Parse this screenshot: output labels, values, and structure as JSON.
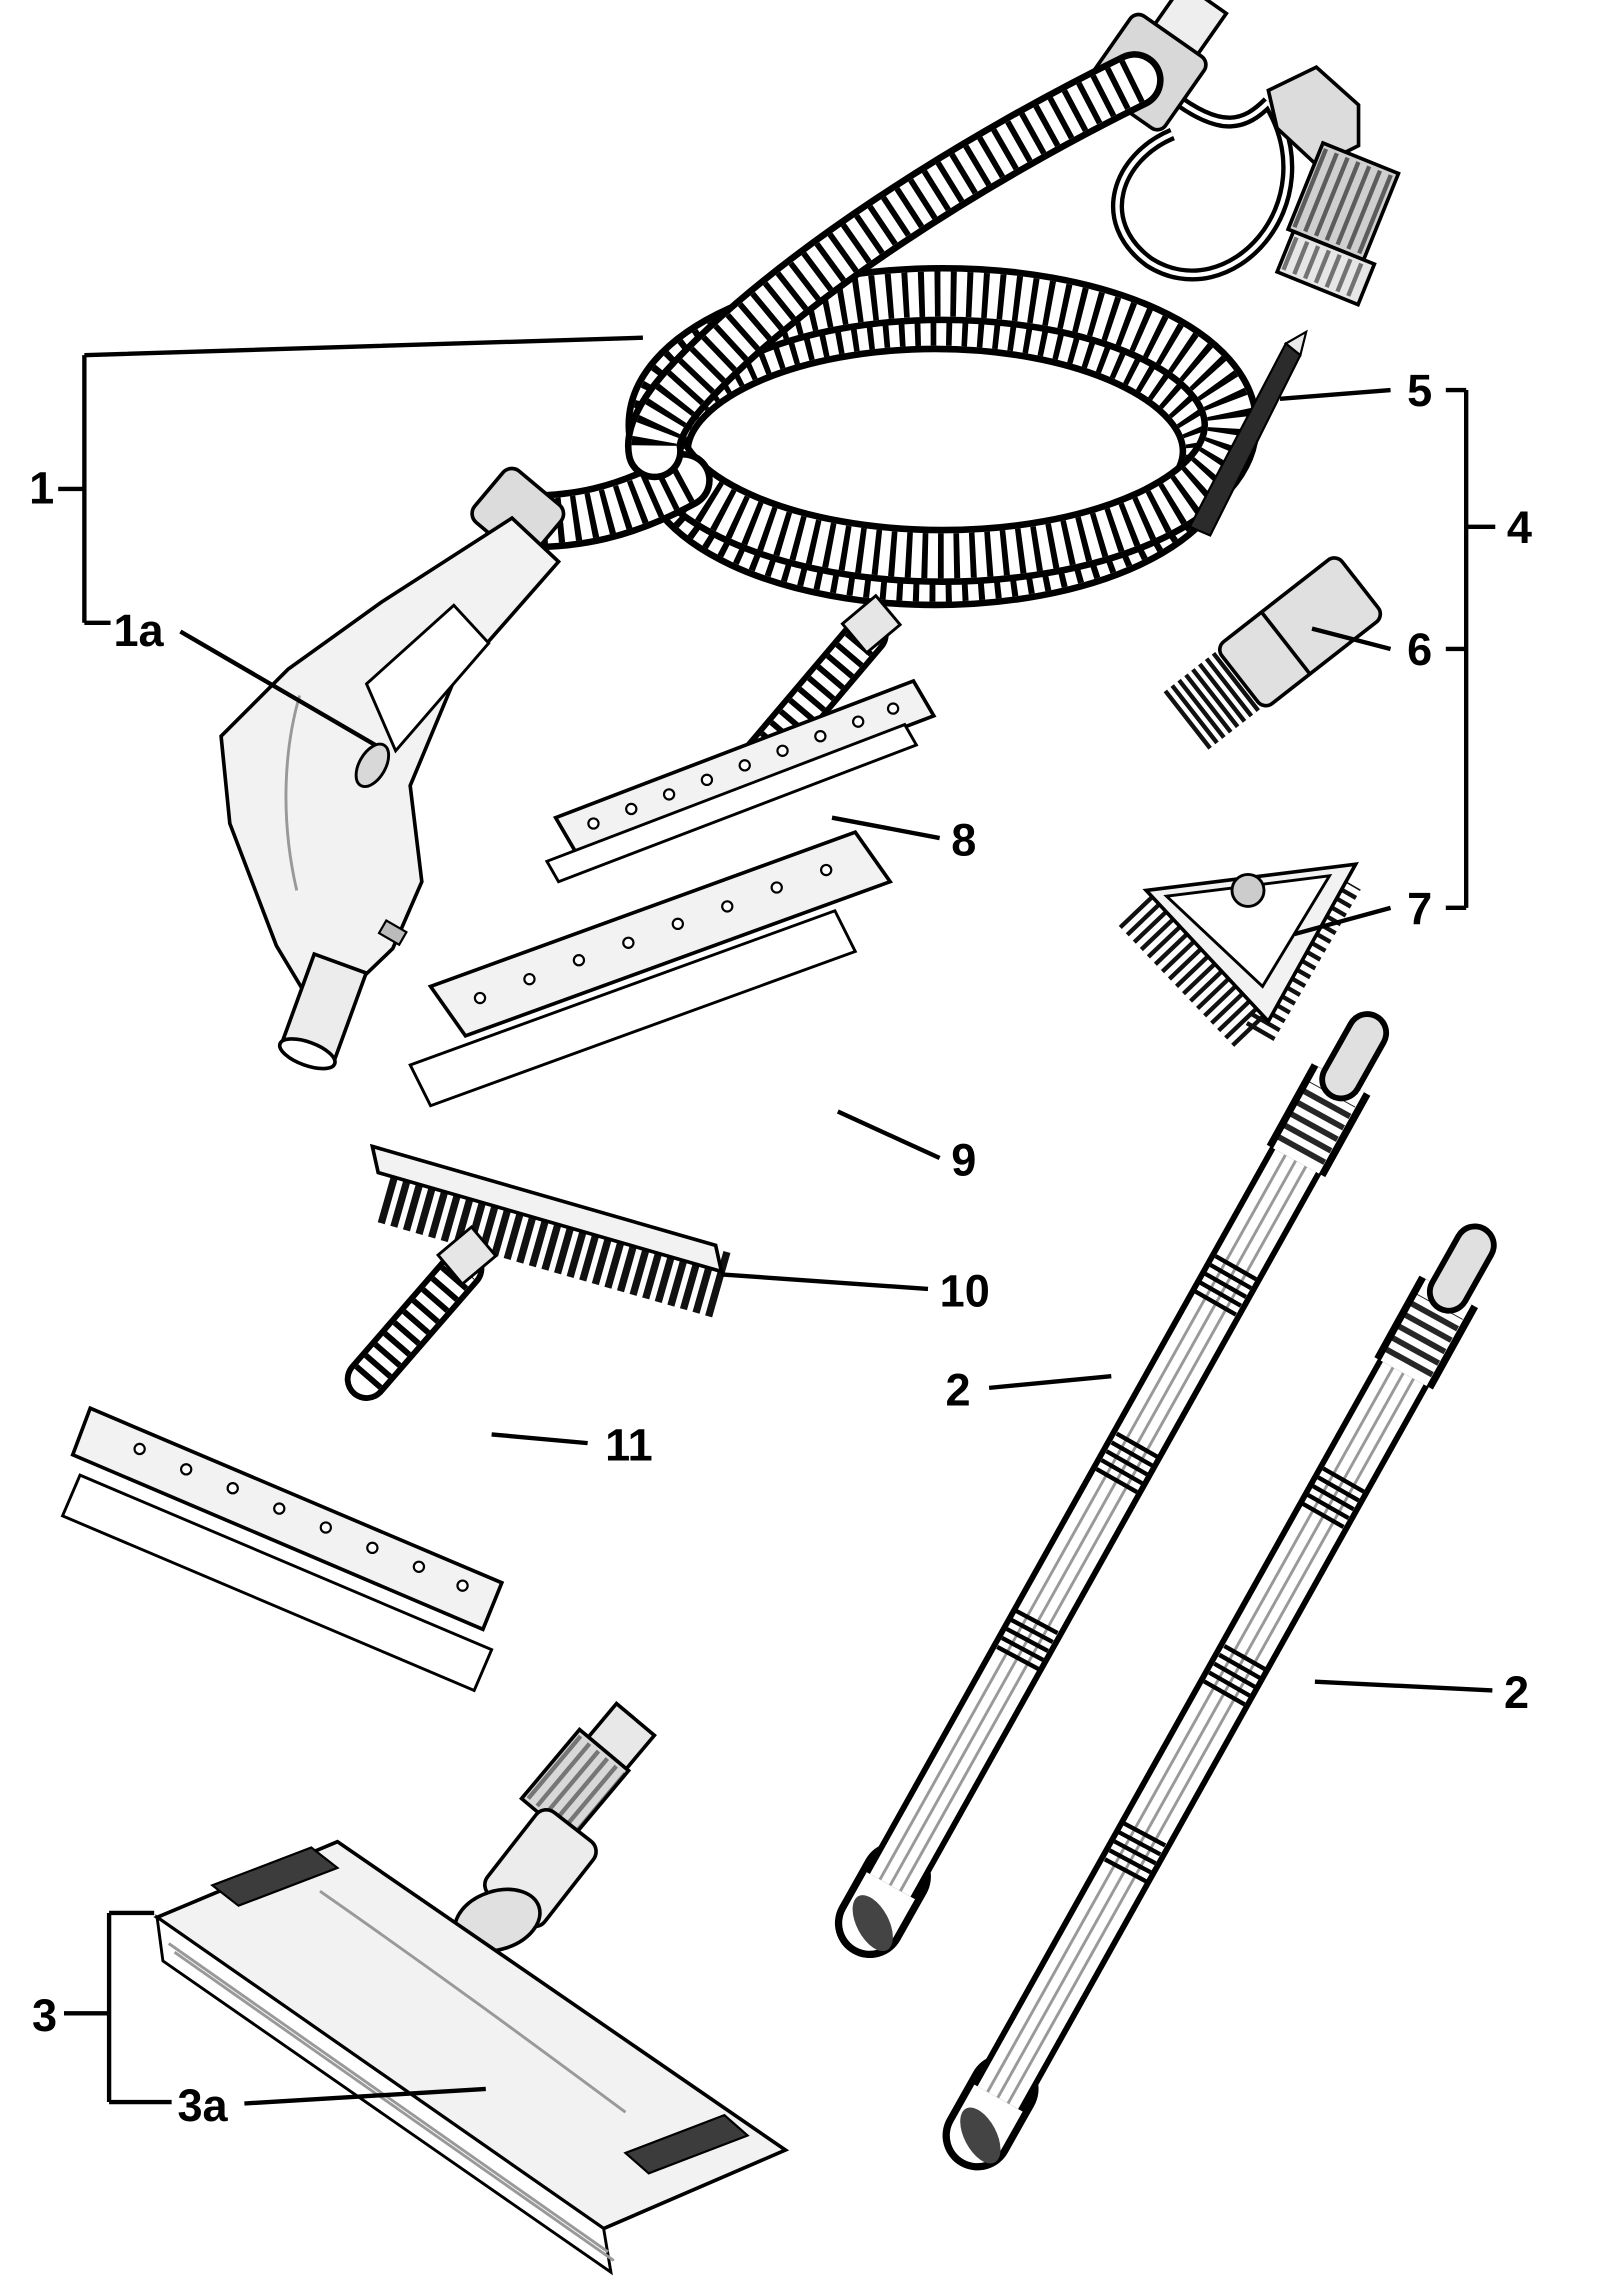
{
  "page": {
    "background": "#ffffff",
    "ink": "#000000"
  },
  "callouts": {
    "c1": "1",
    "c1a": "1a",
    "c2a": "2",
    "c2b": "2",
    "c3": "3",
    "c3a": "3a",
    "c4": "4",
    "c5": "5",
    "c6": "6",
    "c7": "7",
    "c8": "8",
    "c9": "9",
    "c10": "10",
    "c11": "11"
  }
}
